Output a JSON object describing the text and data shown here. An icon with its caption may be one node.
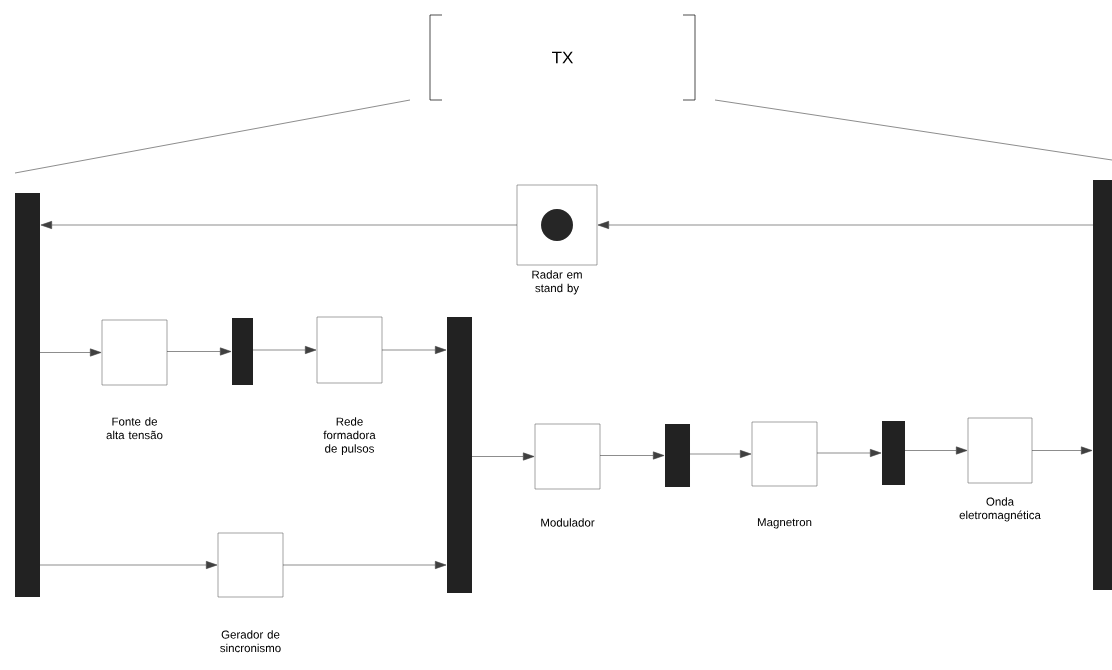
{
  "diagram": {
    "nodes": [
      {
        "text": [
          "TX"
        ]
      },
      {
        "text": [],
        "shape": "bar"
      },
      {
        "text": [],
        "shape": "box",
        "beside": [
          "Radar em stand by"
        ]
      },
      {
        "text": [],
        "shape": "box",
        "beside": [
          "Fonte de alta tensão"
        ]
      },
      {
        "text": [],
        "shape": "bar"
      },
      {
        "text": [],
        "shape": "box",
        "beside": [
          "Rede formadora de pulsos"
        ]
      },
      {
        "text": [],
        "shape": "bar"
      },
      {
        "text": [],
        "shape": "box",
        "beside": [
          "Gerador de sincronismo"
        ]
      },
      {
        "text": [],
        "shape": "box",
        "beside": [
          "Modulador"
        ]
      },
      {
        "text": [],
        "shape": "bar"
      },
      {
        "text": [],
        "shape": "box",
        "beside": [
          "Magnetron"
        ]
      },
      {
        "text": [],
        "shape": "bar"
      },
      {
        "text": [],
        "shape": "box",
        "beside": [
          "Onda eletromagnética"
        ]
      },
      {
        "text": [],
        "shape": "bar"
      }
    ],
    "edges": [
      {
        "from": 0,
        "to": 1,
        "arrow": "none"
      },
      {
        "from": 0,
        "to": 13,
        "arrow": "none"
      },
      {
        "from": 13,
        "to": 2,
        "arrow": "to"
      },
      {
        "from": 2,
        "to": 1,
        "arrow": "to"
      },
      {
        "from": 1,
        "to": 3,
        "arrow": "to"
      },
      {
        "from": 3,
        "to": 4,
        "arrow": "to"
      },
      {
        "from": 4,
        "to": 5,
        "arrow": "to"
      },
      {
        "from": 5,
        "to": 6,
        "arrow": "to"
      },
      {
        "from": 1,
        "to": 7,
        "arrow": "to"
      },
      {
        "from": 7,
        "to": 6,
        "arrow": "to"
      },
      {
        "from": 6,
        "to": 8,
        "arrow": "to"
      },
      {
        "from": 8,
        "to": 9,
        "arrow": "to"
      },
      {
        "from": 9,
        "to": 10,
        "arrow": "to"
      },
      {
        "from": 10,
        "to": 11,
        "arrow": "to"
      },
      {
        "from": 11,
        "to": 12,
        "arrow": "to"
      },
      {
        "from": 12,
        "to": 13,
        "arrow": "to"
      }
    ]
  }
}
